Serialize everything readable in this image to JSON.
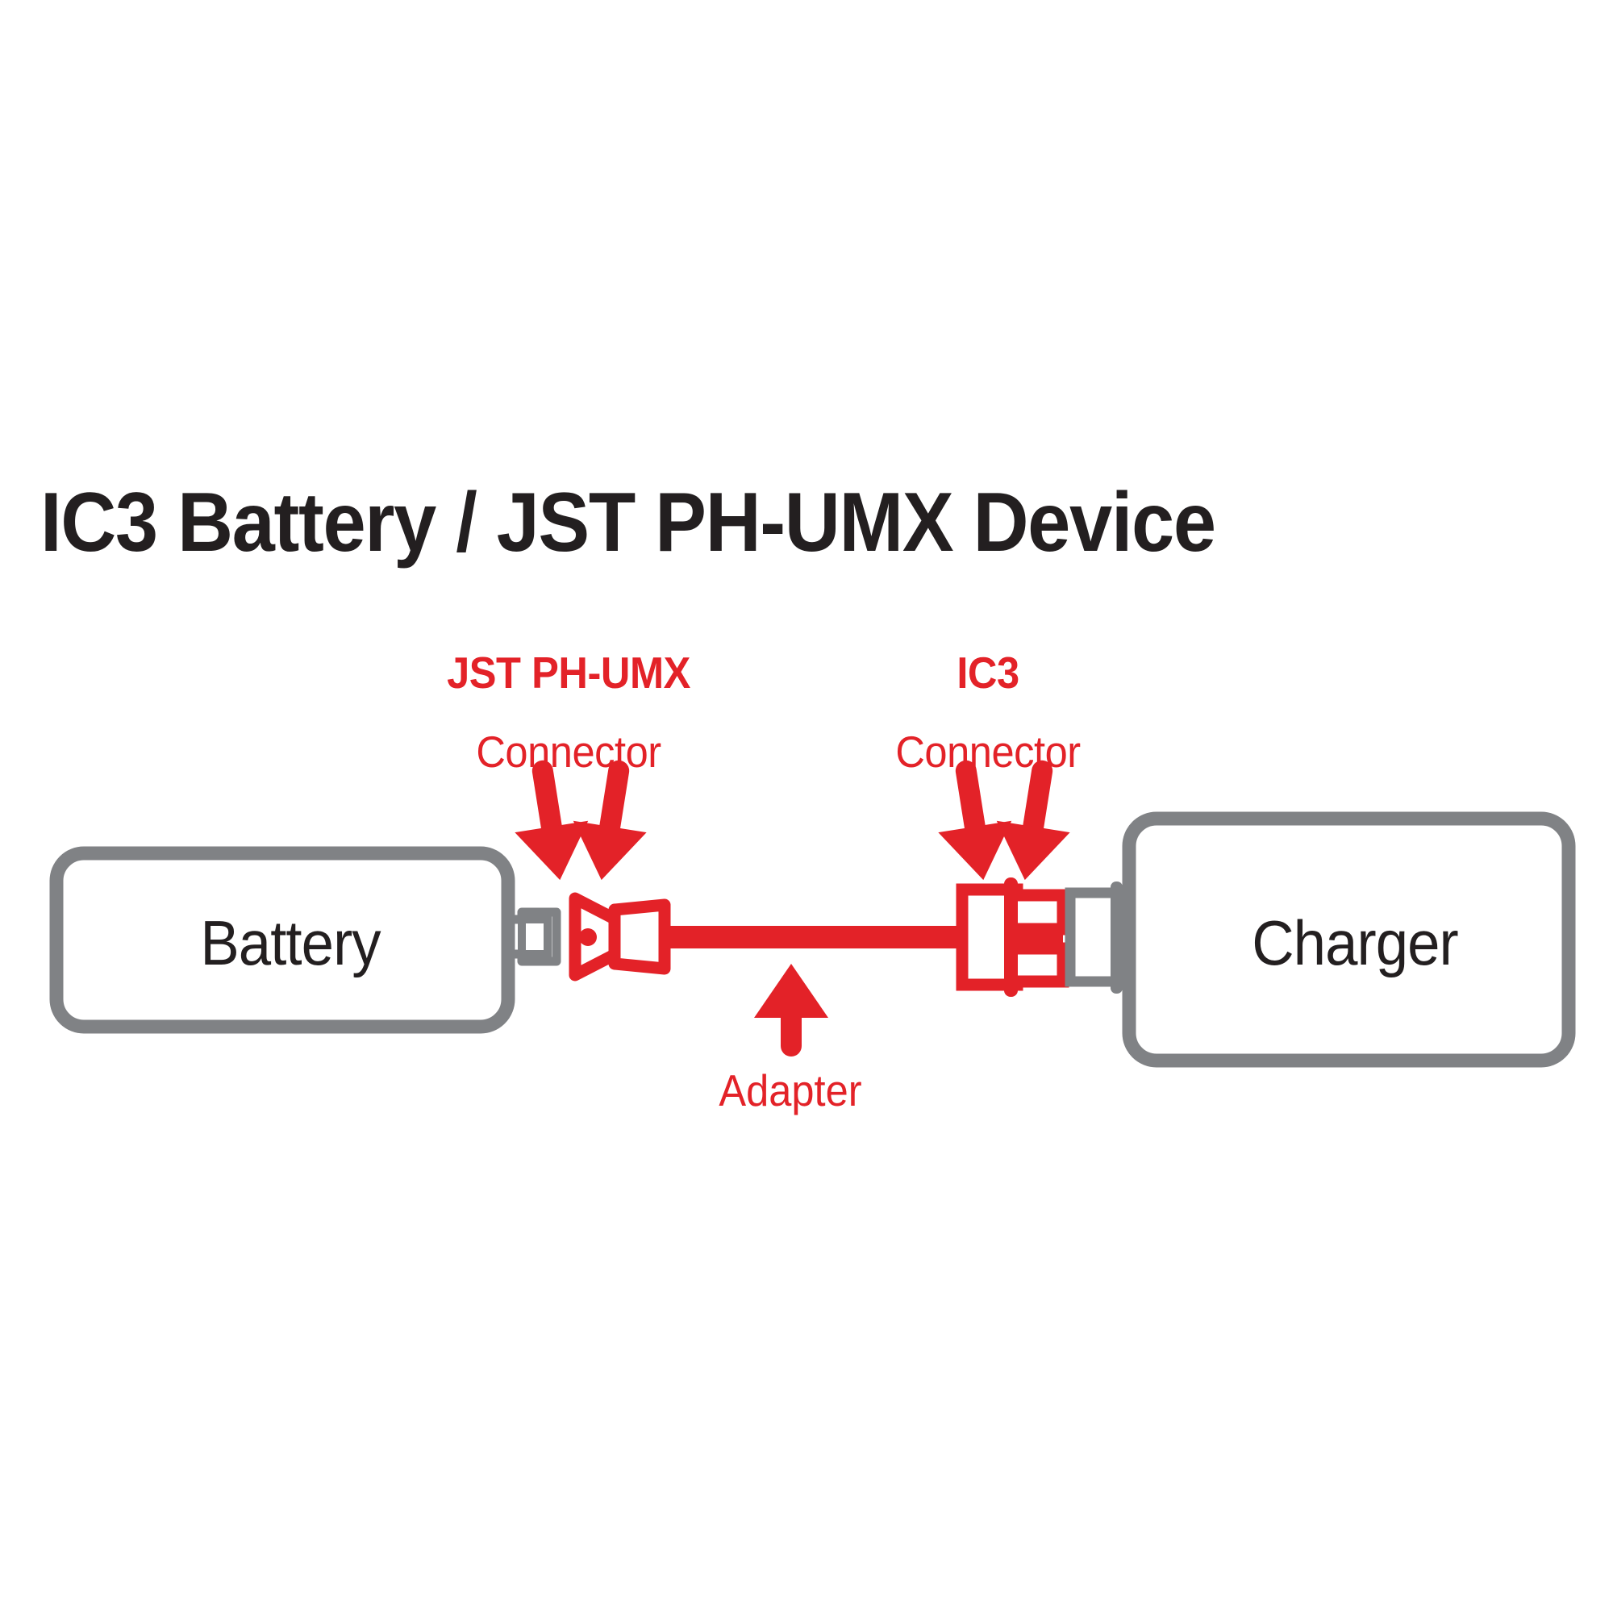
{
  "title": "IC3 Battery / JST PH-UMX Device",
  "colors": {
    "red": "#e32228",
    "gray": "#808285",
    "dark": "#231f20",
    "white": "#ffffff"
  },
  "callouts": [
    {
      "id": "jst-ph-umx",
      "line1": "JST PH-UMX",
      "line2": "Connector",
      "arrows": 2,
      "arrow_direction": "down"
    },
    {
      "id": "ic3",
      "line1": "IC3",
      "line2": "Connector",
      "arrows": 2,
      "arrow_direction": "down"
    }
  ],
  "adapter_label": {
    "text": "Adapter",
    "arrow_direction": "up"
  },
  "devices": [
    {
      "id": "battery",
      "label": "Battery",
      "side": "left",
      "connector_color": "gray",
      "connector_type": "jst-ph-umx-socket"
    },
    {
      "id": "charger",
      "label": "Charger",
      "side": "right",
      "connector_color": "gray",
      "connector_type": "ic3-socket"
    }
  ],
  "adapter": {
    "color": "red",
    "left_connector": "jst-ph-umx-plug",
    "right_connector": "ic3-plug"
  }
}
